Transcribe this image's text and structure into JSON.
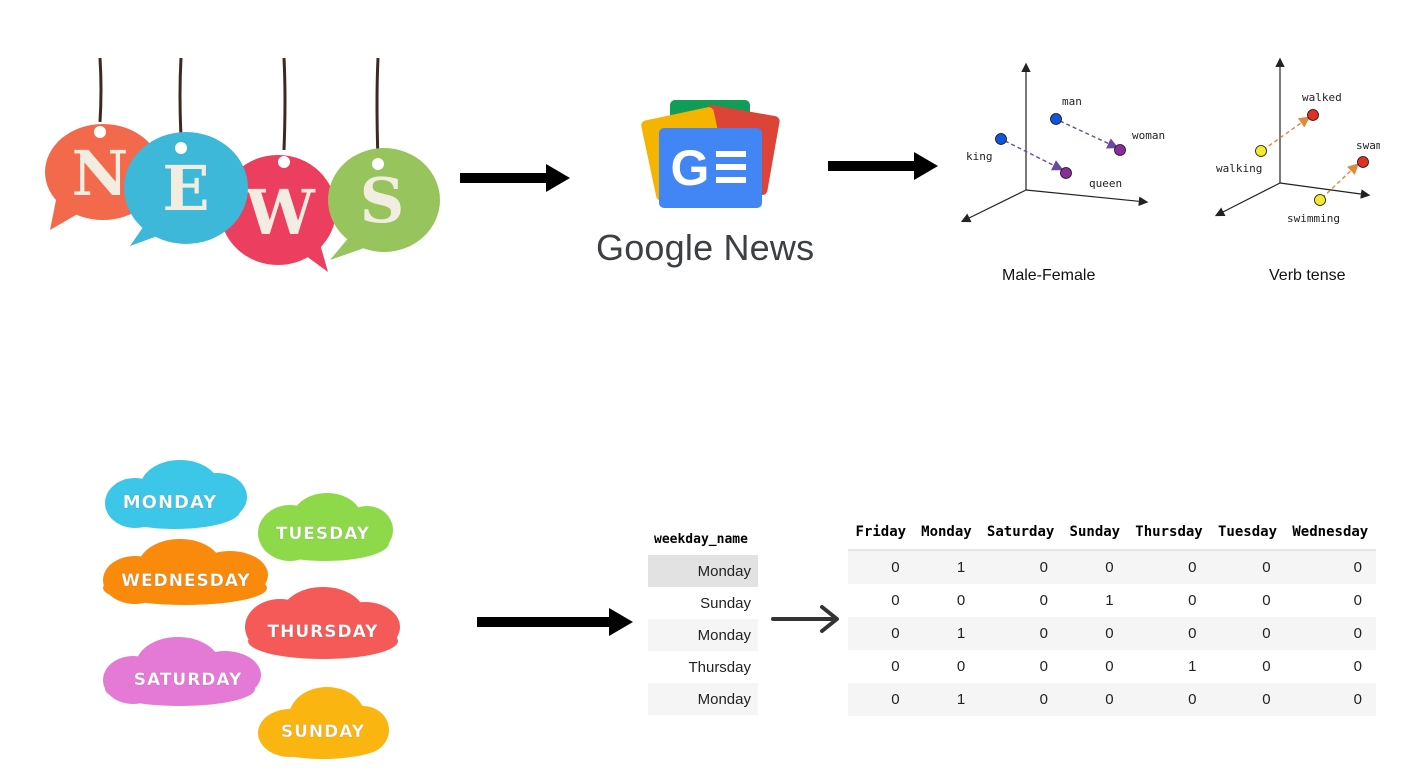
{
  "news_bubbles": {
    "letters": [
      "N",
      "E",
      "W",
      "S"
    ],
    "colors": [
      "#f26a4b",
      "#3db8d8",
      "#ec3e5f",
      "#97c45c"
    ]
  },
  "google_news": {
    "title": "Google News",
    "icon_letter": "G",
    "colors": {
      "green": "#0f9d58",
      "red": "#db4437",
      "yellow": "#f4b400",
      "blue": "#4285f4"
    }
  },
  "embeddings": {
    "male_female": {
      "caption": "Male-Female",
      "labels": {
        "man": "man",
        "woman": "woman",
        "king": "king",
        "queen": "queen"
      }
    },
    "verb_tense": {
      "caption": "Verb tense",
      "labels": {
        "walked": "walked",
        "swam": "swam",
        "walking": "walking",
        "swimming": "swimming"
      }
    }
  },
  "weekday_clouds": [
    {
      "label": "MONDAY",
      "color": "#3cc6e8"
    },
    {
      "label": "TUESDAY",
      "color": "#8ed94a"
    },
    {
      "label": "WEDNESDAY",
      "color": "#fa8a0c"
    },
    {
      "label": "THURSDAY",
      "color": "#f55a58"
    },
    {
      "label": "SATURDAY",
      "color": "#e57ad6"
    },
    {
      "label": "SUNDAY",
      "color": "#fbb510"
    }
  ],
  "weekday_table": {
    "header": "weekday_name",
    "rows": [
      "Monday",
      "Sunday",
      "Monday",
      "Thursday",
      "Monday"
    ]
  },
  "one_hot_table": {
    "columns": [
      "Friday",
      "Monday",
      "Saturday",
      "Sunday",
      "Thursday",
      "Tuesday",
      "Wednesday"
    ],
    "rows": [
      [
        "0",
        "1",
        "0",
        "0",
        "0",
        "0",
        "0"
      ],
      [
        "0",
        "0",
        "0",
        "1",
        "0",
        "0",
        "0"
      ],
      [
        "0",
        "1",
        "0",
        "0",
        "0",
        "0",
        "0"
      ],
      [
        "0",
        "0",
        "0",
        "0",
        "1",
        "0",
        "0"
      ],
      [
        "0",
        "1",
        "0",
        "0",
        "0",
        "0",
        "0"
      ]
    ]
  }
}
